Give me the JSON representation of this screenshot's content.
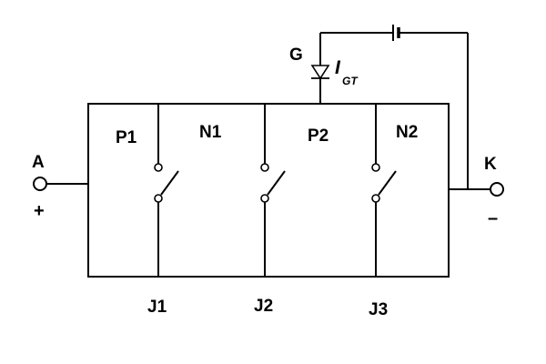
{
  "terminals": {
    "anode": {
      "label": "A",
      "polarity": "+"
    },
    "cathode": {
      "label": "K",
      "polarity": "–"
    },
    "gate": {
      "label": "G"
    }
  },
  "gate_current": {
    "symbol": "I",
    "subscript": "GT"
  },
  "layers": [
    "P1",
    "N1",
    "P2",
    "N2"
  ],
  "junctions": [
    "J1",
    "J2",
    "J3"
  ],
  "icons": {
    "diode": "diode-icon",
    "battery": "battery-icon",
    "switch": "switch-icon"
  }
}
